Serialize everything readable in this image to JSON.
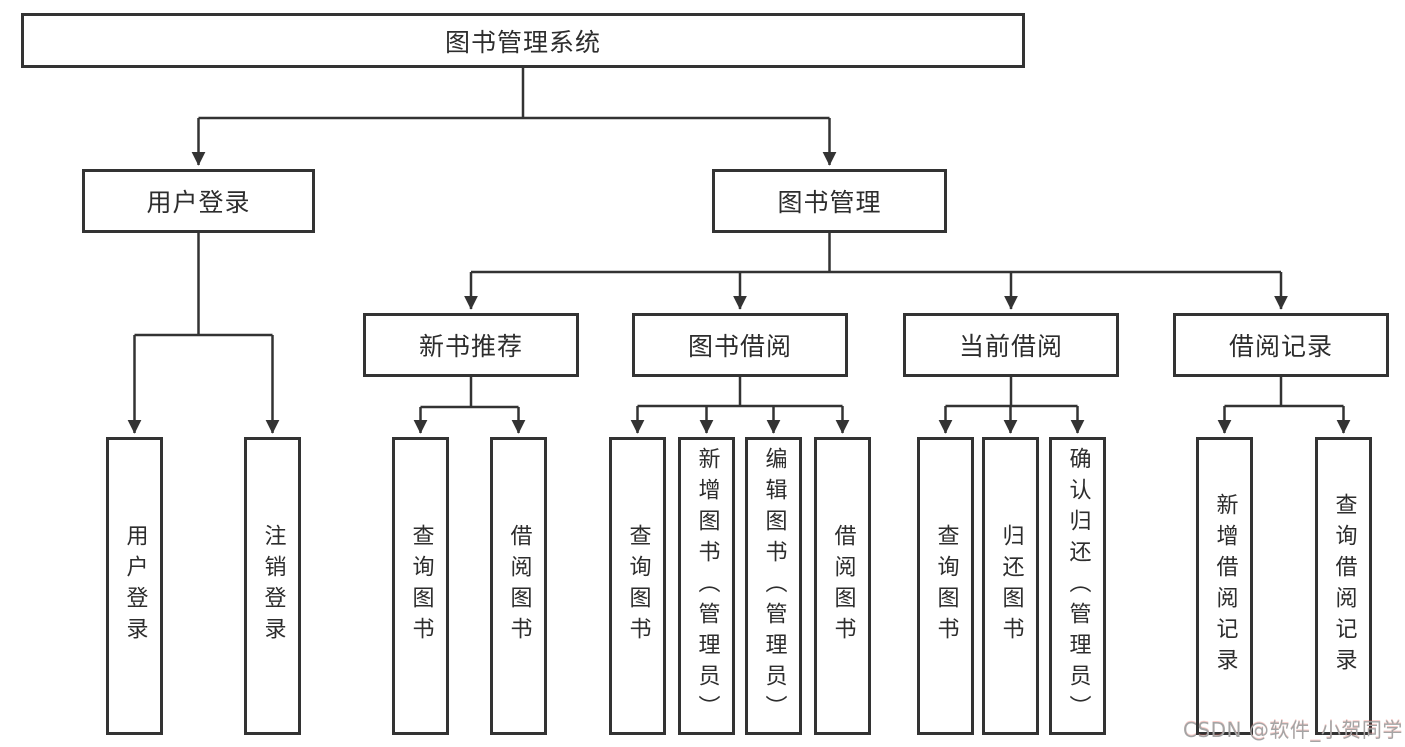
{
  "palette": {
    "background": "#ffffff",
    "box_border": "#333333",
    "connector_line": "#333333",
    "text": "#2d2d2d",
    "watermark_gray": "#a5a5a5"
  },
  "tree": {
    "root": {
      "label": "图书管理系统"
    },
    "branches": [
      {
        "label": "用户登录",
        "leaves": [
          {
            "label": "用户登录"
          },
          {
            "label": "注销登录"
          }
        ]
      },
      {
        "label": "图书管理",
        "groups": [
          {
            "label": "新书推荐",
            "leaves": [
              {
                "label": "查询图书"
              },
              {
                "label": "借阅图书"
              }
            ]
          },
          {
            "label": "图书借阅",
            "leaves": [
              {
                "label": "查询图书"
              },
              {
                "label": "新增图书（管理员）"
              },
              {
                "label": "编辑图书（管理员）"
              },
              {
                "label": "借阅图书"
              }
            ]
          },
          {
            "label": "当前借阅",
            "leaves": [
              {
                "label": "查询图书"
              },
              {
                "label": "归还图书"
              },
              {
                "label": "确认归还（管理员）"
              }
            ]
          },
          {
            "label": "借阅记录",
            "leaves": [
              {
                "label": "新增借阅记录"
              },
              {
                "label": "查询借阅记录"
              }
            ]
          }
        ]
      }
    ]
  },
  "watermark": {
    "text": "CSDN @软件_小贺同学"
  }
}
